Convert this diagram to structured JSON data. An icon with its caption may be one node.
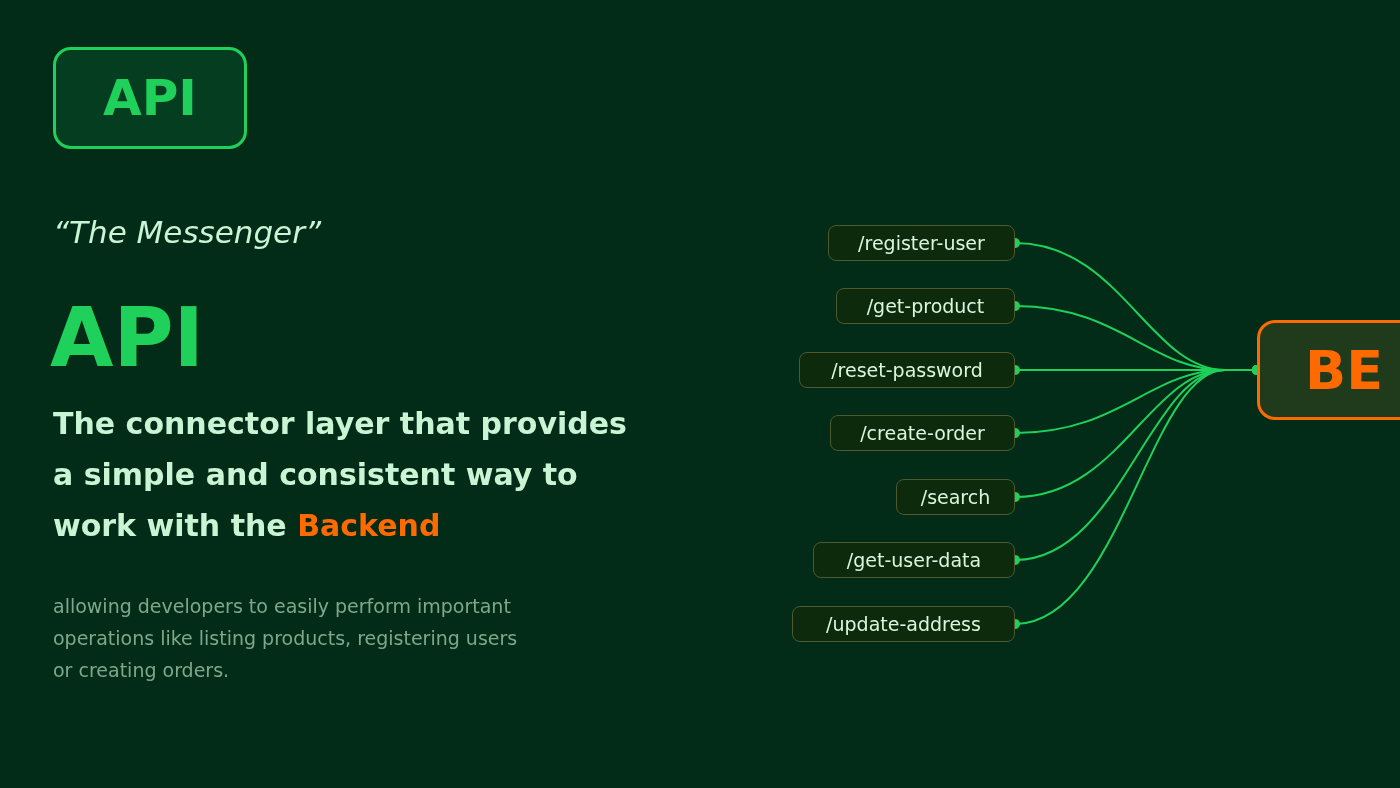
{
  "diagram": {
    "nodes": [
      {
        "text": [
          "API"
        ]
      },
      {
        "text": [
          "/register-user"
        ]
      },
      {
        "text": [
          "/get-product"
        ]
      },
      {
        "text": [
          "/reset-password"
        ]
      },
      {
        "text": [
          "/create-order"
        ]
      },
      {
        "text": [
          "/search"
        ]
      },
      {
        "text": [
          "/get-user-data"
        ]
      },
      {
        "text": [
          "/update-address"
        ]
      },
      {
        "text": [
          "BE"
        ]
      }
    ],
    "edges": [
      {
        "from": 1,
        "to": 8,
        "arrow": "other"
      },
      {
        "from": 2,
        "to": 8,
        "arrow": "other"
      },
      {
        "from": 3,
        "to": 8,
        "arrow": "other"
      },
      {
        "from": 4,
        "to": 8,
        "arrow": "other"
      },
      {
        "from": 5,
        "to": 8,
        "arrow": "other"
      },
      {
        "from": 6,
        "to": 8,
        "arrow": "other"
      },
      {
        "from": 7,
        "to": 8,
        "arrow": "other"
      }
    ],
    "labels": [
      "“The Messenger”",
      "API",
      "The connector layer that provides a simple and consistent way to work with the **Backend**",
      "allowing developers to easily perform important operations like listing products, registering users or creating orders."
    ]
  }
}
